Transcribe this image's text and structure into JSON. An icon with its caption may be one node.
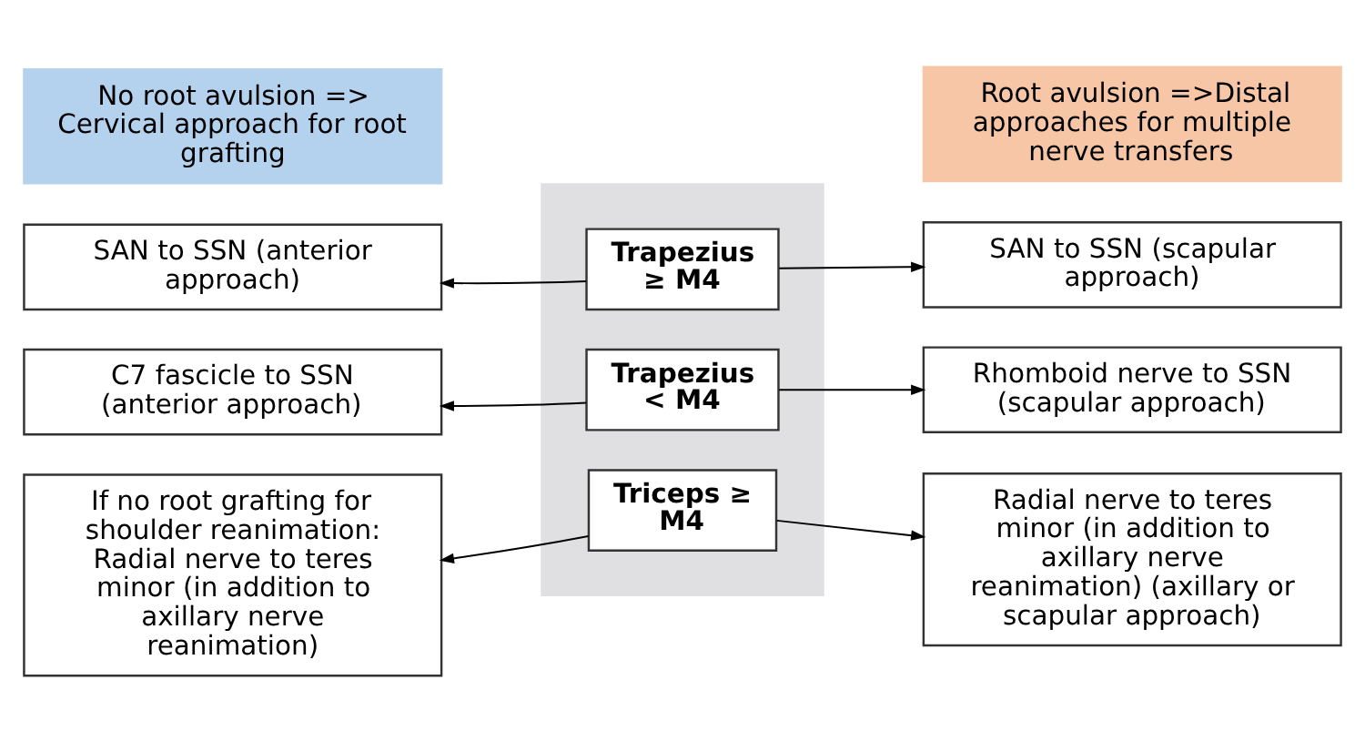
{
  "diagram": {
    "nodes": [
      {
        "text": [
          "No root avulsion => Cervical approach for root grafting"
        ]
      },
      {
        "text": [
          "Root avulsion =>Distal approaches for multiple nerve transfers"
        ]
      },
      {
        "text": [],
        "shape": "box"
      },
      {
        "text": [
          "Trapezius ≥ M4"
        ],
        "in": 2
      },
      {
        "text": [
          "Trapezius < M4"
        ],
        "in": 2
      },
      {
        "text": [
          "Triceps ≥ M4"
        ],
        "in": 2
      },
      {
        "text": [
          "SAN to SSN (anterior approach)"
        ]
      },
      {
        "text": [
          "C7 fascicle to SSN (anterior approach)"
        ]
      },
      {
        "text": [
          "If no root grafting for shoulder reanimation: Radial nerve to teres minor (in addition to axillary nerve reanimation)"
        ]
      },
      {
        "text": [
          "SAN to SSN (scapular approach)"
        ]
      },
      {
        "text": [
          "Rhomboid nerve to SSN (scapular approach)"
        ]
      },
      {
        "text": [
          "Radial nerve to teres minor (in addition to axillary nerve reanimation) (axillary or scapular approach)"
        ]
      }
    ],
    "edges": [
      {
        "from": 3,
        "to": 6,
        "arrow": "to"
      },
      {
        "from": 3,
        "to": 9,
        "arrow": "to"
      },
      {
        "from": 4,
        "to": 7,
        "arrow": "to"
      },
      {
        "from": 4,
        "to": 10,
        "arrow": "to"
      },
      {
        "from": 5,
        "to": 8,
        "arrow": "to"
      },
      {
        "from": 5,
        "to": 11,
        "arrow": "to"
      }
    ]
  }
}
